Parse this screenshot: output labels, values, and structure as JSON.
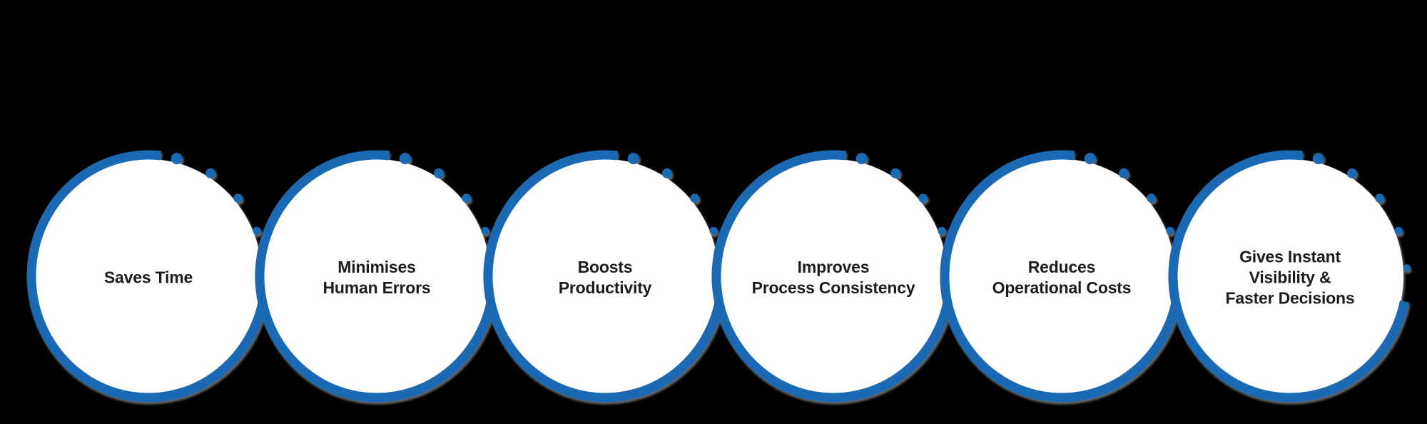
{
  "colors": {
    "background": "#000000",
    "ring_blue": "#1b69b3",
    "circle_fill": "#ffffff",
    "label_text": "#1c1c1c"
  },
  "benefits": [
    {
      "lines": [
        "Saves Time"
      ]
    },
    {
      "lines": [
        "Minimises",
        "Human Errors"
      ]
    },
    {
      "lines": [
        "Boosts",
        "Productivity"
      ]
    },
    {
      "lines": [
        "Improves",
        "Process Consistency"
      ]
    },
    {
      "lines": [
        "Reduces",
        "Operational Costs"
      ]
    },
    {
      "lines": [
        "Gives Instant",
        "Visibility &",
        "Faster Decisions"
      ]
    }
  ]
}
